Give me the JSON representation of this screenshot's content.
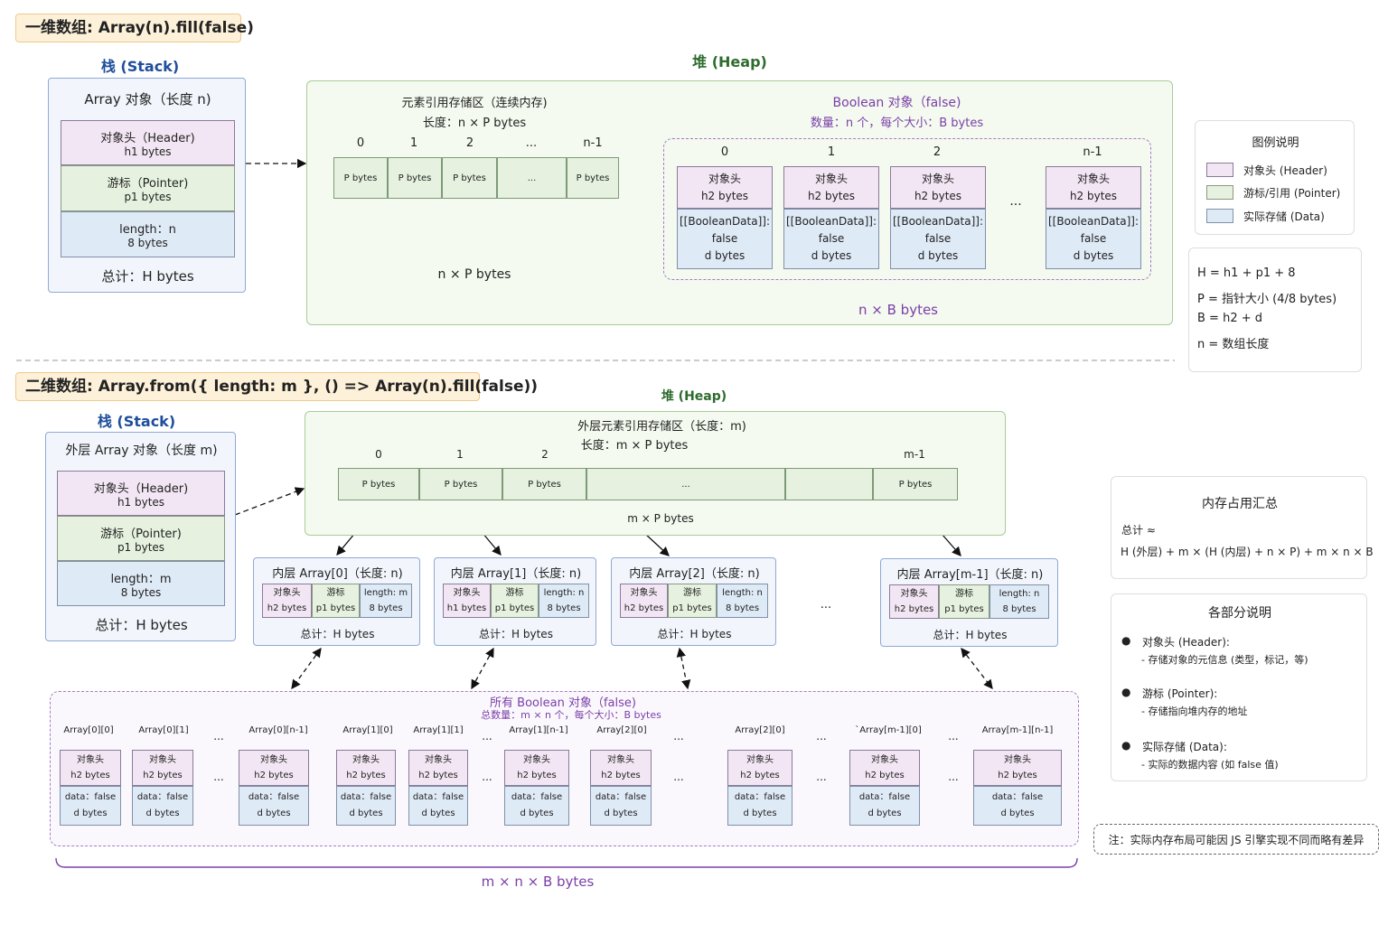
{
  "section1": {
    "title": "一维数组: Array(n).fill(false)",
    "stack_title": "栈 (Stack)",
    "heap_title": "堆 (Heap)",
    "array_obj": {
      "title": "Array 对象（长度 n)",
      "header": "对象头（Header)",
      "header_size": "h1 bytes",
      "pointer": "游标（Pointer)",
      "pointer_size": "p1 bytes",
      "length": "length：n",
      "length_size": "8 bytes",
      "total": "总计：H bytes"
    },
    "refs": {
      "title": "元素引用存储区（连续内存)",
      "length": "长度：n × P bytes",
      "indices": [
        "0",
        "1",
        "2",
        "...",
        "n-1"
      ],
      "cells": [
        "P bytes",
        "P bytes",
        "P bytes",
        "...",
        "P bytes"
      ],
      "brace_label": "n × P bytes"
    },
    "bools": {
      "title": "Boolean 对象（false)",
      "subtitle": "数量：n 个，每个大小：B bytes",
      "indices": [
        "0",
        "1",
        "2",
        "n-1"
      ],
      "header": "对象头",
      "header_size": "h2 bytes",
      "data_label": "[[BooleanData]]:",
      "data_value": "false",
      "data_size": "d bytes",
      "ellipsis": "...",
      "brace_label": "n × B  bytes"
    }
  },
  "legend": {
    "title": "图例说明",
    "items": [
      "对象头 (Header)",
      "游标/引用 (Pointer)",
      "实际存储 (Data)"
    ],
    "formulas": [
      "H = h1 + p1 + 8",
      "P = 指针大小 (4/8 bytes)",
      "B = h2 + d",
      "n = 数组长度"
    ]
  },
  "section2": {
    "title": "二维数组: Array.from({ length: m }, () => Array(n).fill(false))",
    "stack_title": "栈 (Stack)",
    "heap_title": "堆 (Heap)",
    "outer_obj": {
      "title": "外层 Array 对象（长度 m)",
      "header": "对象头（Header)",
      "header_size": "h1 bytes",
      "pointer": "游标（Pointer)",
      "pointer_size": "p1 bytes",
      "length": "length：m",
      "length_size": "8 bytes",
      "total": "总计：H bytes"
    },
    "outer_refs": {
      "title": "外层元素引用存储区（长度：m)",
      "length": "长度：m × P bytes",
      "indices": [
        "0",
        "1",
        "2",
        "m-1"
      ],
      "cells": [
        "P bytes",
        "P bytes",
        "P bytes",
        "...",
        "",
        "P bytes"
      ],
      "brace_label": "m × P bytes"
    },
    "inner_arrays": [
      {
        "title": "内层 Array[0]（长度: n)",
        "h": "对象头",
        "hs": "h2 bytes",
        "p": "游标",
        "ps": "p1 bytes",
        "l": "length: m",
        "ls": "8 bytes",
        "total": "总计：H bytes"
      },
      {
        "title": "内层 Array[1]（长度: n)",
        "h": "对象头",
        "hs": "h1 bytes",
        "p": "游标",
        "ps": "p1 bytes",
        "l": "length: n",
        "ls": "8 bytes",
        "total": "总计：H bytes"
      },
      {
        "title": "内层 Array[2]（长度: n)",
        "h": "对象头",
        "hs": "h2 bytes",
        "p": "游标",
        "ps": "p1 bytes",
        "l": "length: n",
        "ls": "8 bytes",
        "total": "总计：H bytes"
      },
      {
        "title": "内层 Array[m-1]（长度: n)",
        "h": "对象头",
        "hs": "h2 bytes",
        "p": "游标",
        "ps": "p1 bytes",
        "l": "length: n",
        "ls": "8 bytes",
        "total": "总计：H bytes"
      }
    ],
    "inner_ellipsis": "...",
    "all_bools": {
      "title": "所有 Boolean 对象（false)",
      "subtitle": "总数量：m × n 个，每个大小：B bytes",
      "labels": [
        "Array[0][0]",
        "Array[0][1]",
        "Array[0][n-1]",
        "Array[1][0]",
        "Array[1][1]",
        "Array[1][n-1]",
        "Array[2][0]",
        "Array[2][0]",
        "`Array[m-1][0]",
        "Array[m-1][n-1]"
      ],
      "header": "对象头",
      "header_size": "h2 bytes",
      "data": "data：false",
      "data_size": "d bytes",
      "ellipsis": "...",
      "brace_label": "m × n  × B  bytes"
    }
  },
  "summary": {
    "title": "内存占用汇总",
    "total_label": "总计 ≈",
    "formula": "H (外层) + m × (H (内层) + n × P) + m × n × B"
  },
  "parts": {
    "title": "各部分说明",
    "items": [
      {
        "name": "对象头 (Header):",
        "desc": "- 存储对象的元信息 (类型，标记，等)"
      },
      {
        "name": "游标 (Pointer):",
        "desc": "- 存储指向堆内存的地址"
      },
      {
        "name": "实际存储 (Data):",
        "desc": "- 实际的数据内容 (如 false 值)"
      }
    ]
  },
  "note": "注：实际内存布局可能因 JS 引擎实现不同而略有差异",
  "colors": {
    "header": "#f3e6f4",
    "pointer": "#e6f2df",
    "data": "#dfeaf7",
    "accent_blue": "#1f4e9c",
    "accent_green": "#2e6b2e",
    "accent_purple": "#7a3fa8"
  }
}
